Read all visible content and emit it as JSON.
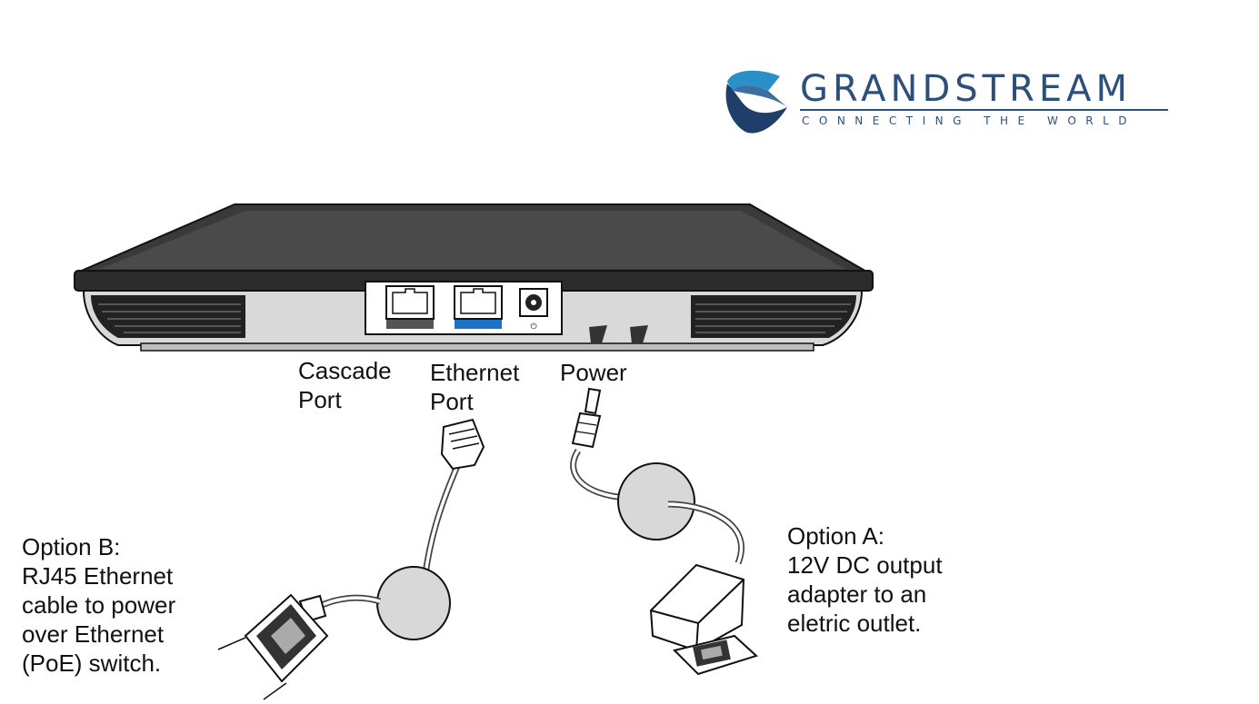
{
  "logo": {
    "name": "GRANDSTREAM",
    "tagline": "CONNECTING THE WORLD",
    "colors": {
      "text": "#2d4f7c",
      "swoosh_dark": "#1f3f6a",
      "swoosh_light": "#2b8fc9"
    }
  },
  "ports": {
    "cascade": {
      "line1": "Cascade",
      "line2": "Port"
    },
    "ethernet": {
      "line1": "Ethernet",
      "line2": "Port"
    },
    "power": {
      "line1": "Power"
    }
  },
  "options": {
    "b": {
      "lines": [
        "Option B:",
        "RJ45 Ethernet",
        "cable to power",
        "over Ethernet",
        "(PoE) switch."
      ]
    },
    "a": {
      "lines": [
        "Option A:",
        "12V DC output",
        "adapter to an",
        "eletric outlet."
      ]
    }
  },
  "colors": {
    "ethernet_port_accent": "#1a73c8",
    "cascade_port_accent": "#555555"
  }
}
